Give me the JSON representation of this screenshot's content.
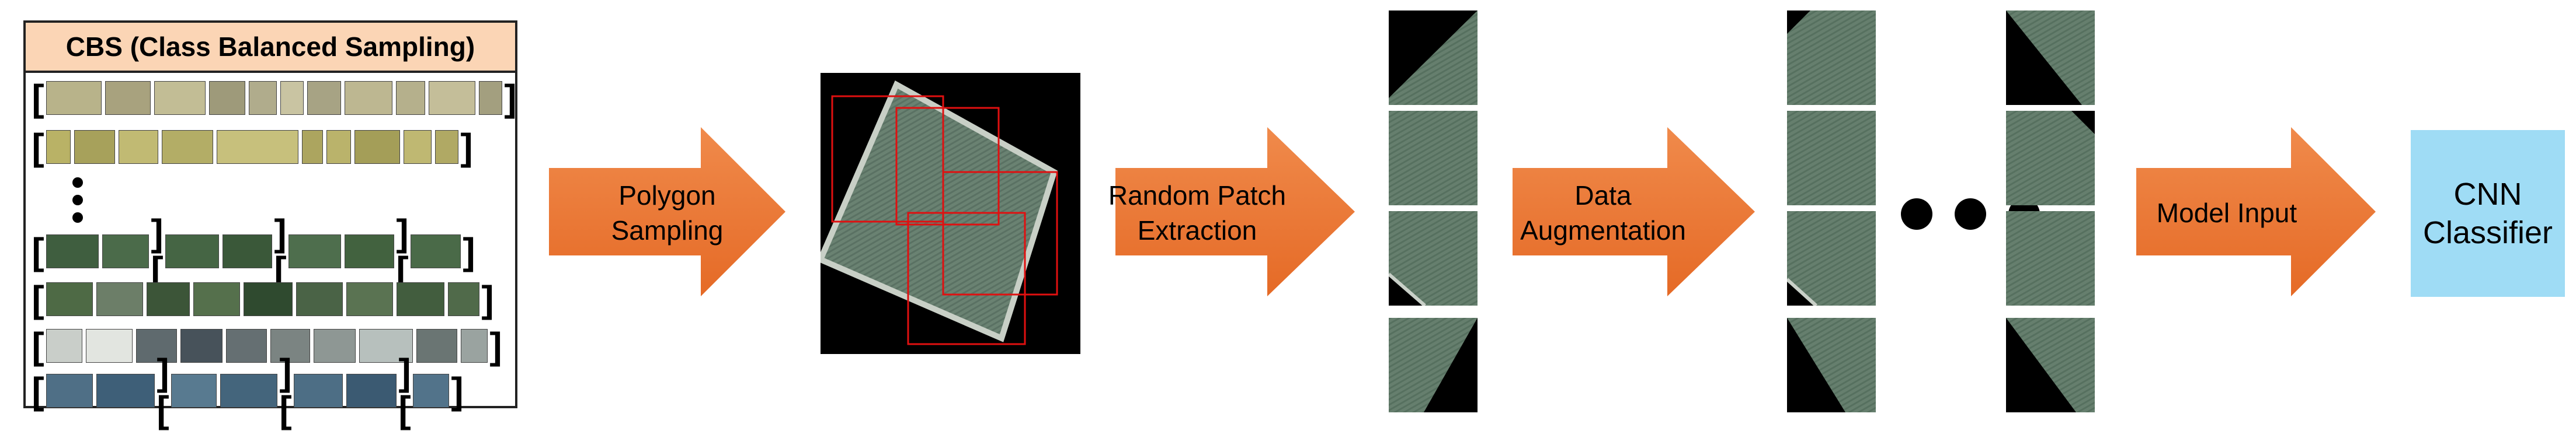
{
  "cbs_panel": {
    "title": "CBS (Class Balanced Sampling)",
    "colors": {
      "header_fill": "#fbd5b5",
      "border": "#222222"
    }
  },
  "steps": [
    {
      "id": "polygon-sampling",
      "line1": "Polygon",
      "line2": "Sampling"
    },
    {
      "id": "random-patch-extraction",
      "line1": "Random Patch",
      "line2": "Extraction"
    },
    {
      "id": "data-augmentation",
      "line1": "Data",
      "line2": "Augmentation"
    },
    {
      "id": "model-input",
      "line1": "Model Input",
      "line2": ""
    }
  ],
  "classifier": {
    "line1": "CNN",
    "line2": "Classifier",
    "fill": "#9fdcf5"
  },
  "colors": {
    "arrow": "#ef7b38",
    "arrow_edge": "#d8692a",
    "patch_green": "#5d7a66",
    "sample_box": "#e01010"
  }
}
